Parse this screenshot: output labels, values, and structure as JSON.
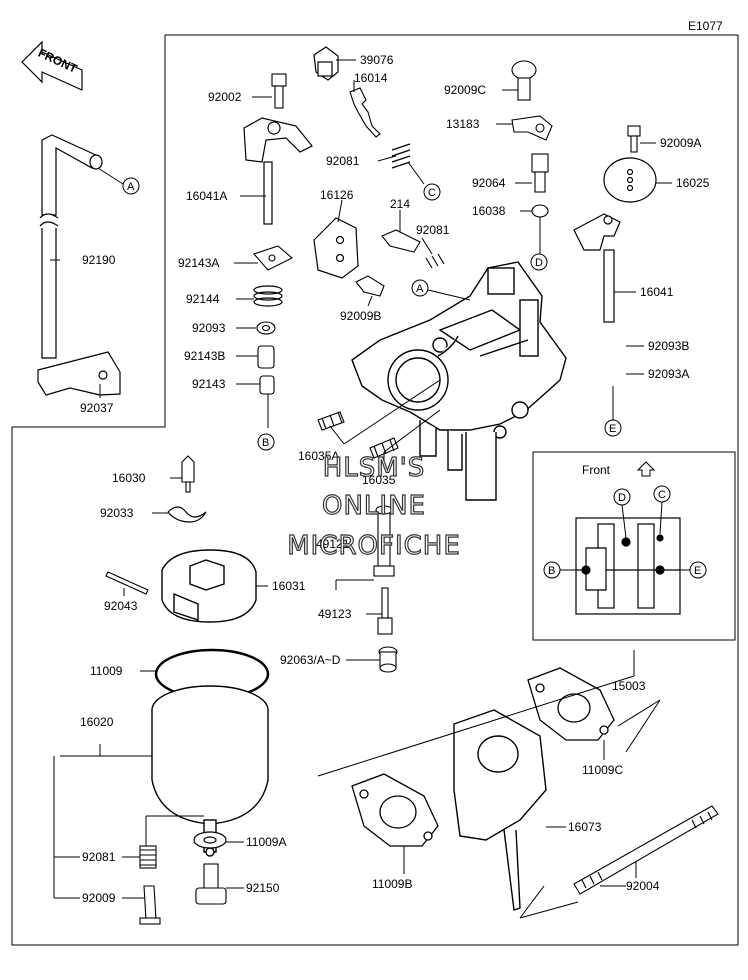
{
  "header": {
    "code": "E1077"
  },
  "front_arrow": {
    "label": "FRONT"
  },
  "inset": {
    "title": "Front"
  },
  "watermark": {
    "line1": "HLSM'S",
    "line2": "ONLINE",
    "line3": "MICROFICHE"
  },
  "parts": {
    "p39076": "39076",
    "p16014": "16014",
    "p92002": "92002",
    "p92009C": "92009C",
    "p13183": "13183",
    "p92009A": "92009A",
    "p16041A": "16041A",
    "p92081a": "92081",
    "p92064": "92064",
    "p16025": "16025",
    "p16126": "16126",
    "p214": "214",
    "p92081b": "92081",
    "p16038": "16038",
    "p92190": "92190",
    "p92143A": "92143A",
    "p16041": "16041",
    "p92144": "92144",
    "p92009B": "92009B",
    "p92093": "92093",
    "p92093B": "92093B",
    "p92143B": "92143B",
    "p92093A": "92093A",
    "p92143": "92143",
    "p92037": "92037",
    "p16035A": "16035A",
    "p16035": "16035",
    "p16030": "16030",
    "p92033": "92033",
    "p49121": "49121",
    "p16031": "16031",
    "p92043": "92043",
    "p49123": "49123",
    "p92063": "92063/A~D",
    "p11009": "11009",
    "p15003": "15003",
    "p16020": "16020",
    "p11009C": "11009C",
    "p16073": "16073",
    "p92081c": "92081",
    "p11009A": "11009A",
    "p11009B": "11009B",
    "p92004": "92004",
    "p92009": "92009",
    "p92150": "92150"
  },
  "refs": {
    "A": "A",
    "B": "B",
    "C": "C",
    "D": "D",
    "E": "E"
  }
}
